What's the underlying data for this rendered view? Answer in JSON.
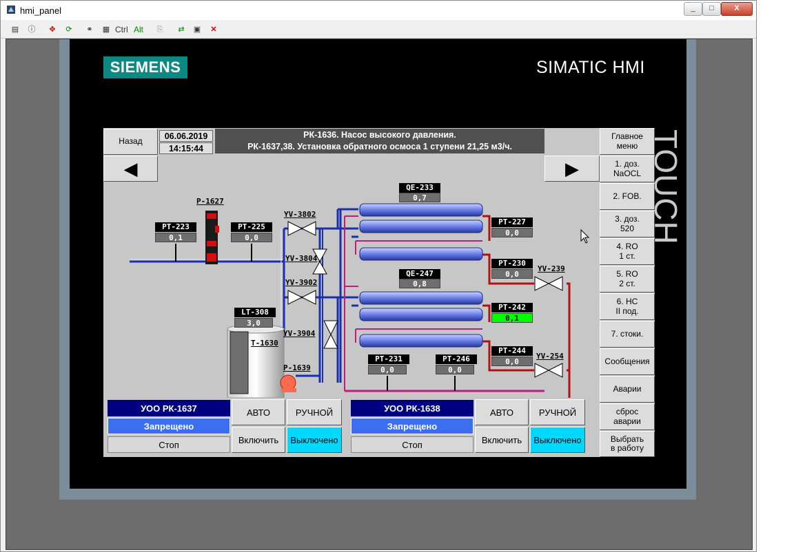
{
  "window": {
    "title": "hmi_panel",
    "min": "_",
    "max": "□",
    "close": "X"
  },
  "toolbar": {
    "ctrl": "Ctrl",
    "alt": "Alt"
  },
  "brand": {
    "logo": "SIEMENS",
    "product": "SIMATIC HMI",
    "side": "TOUCH"
  },
  "nav": {
    "back": "Назад",
    "prev": "◀",
    "next": "▶"
  },
  "datetime": {
    "date": "06.06.2019",
    "time": "14:15:44"
  },
  "header": {
    "line1": "РК-1636. Насос высокого давления.",
    "line2": "РК-1637,38. Установка обратного осмоса  1  ступени  21,25 м3/ч."
  },
  "menu": [
    {
      "name": "main",
      "l1": "Главное",
      "l2": "меню"
    },
    {
      "name": "naocl",
      "l1": "1. доз.",
      "l2": "NaOCL"
    },
    {
      "name": "fov",
      "l1": "2. FOB.",
      "l2": ""
    },
    {
      "name": "doz520",
      "l1": "3. доз.",
      "l2": "520"
    },
    {
      "name": "ro1",
      "l1": "4. RO",
      "l2": "1 ст."
    },
    {
      "name": "ro2",
      "l1": "5. RO",
      "l2": "2 ст."
    },
    {
      "name": "hc",
      "l1": "6. НС",
      "l2": "II под."
    },
    {
      "name": "stoki",
      "l1": "7. стоки.",
      "l2": ""
    },
    {
      "name": "messages",
      "l1": "Сообщения",
      "l2": ""
    },
    {
      "name": "alarms",
      "l1": "Аварии",
      "l2": ""
    },
    {
      "name": "reset-alarms",
      "l1": "сброс",
      "l2": "аварии"
    },
    {
      "name": "select-work",
      "l1": "Выбрать",
      "l2": "в работу"
    }
  ],
  "sensors": {
    "pt223": {
      "tag": "PT-223",
      "value": "0,1"
    },
    "pt225": {
      "tag": "PT-225",
      "value": "0,0"
    },
    "qe233": {
      "tag": "QE-233",
      "value": "0,7"
    },
    "pt227": {
      "tag": "PT-227",
      "value": "0,0"
    },
    "pt230": {
      "tag": "PT-230",
      "value": "0,0"
    },
    "qe247": {
      "tag": "QE-247",
      "value": "0,8"
    },
    "pt242": {
      "tag": "PT-242",
      "value": "0,1"
    },
    "lt308": {
      "tag": "LT-308",
      "value": "3,0"
    },
    "pt244": {
      "tag": "PT-244",
      "value": "0,0"
    },
    "pt231": {
      "tag": "PT-231",
      "value": "0,0"
    },
    "pt246": {
      "tag": "PT-246",
      "value": "0,0"
    }
  },
  "labels": {
    "p1627": "P-1627",
    "yv3802": "YV-3802",
    "yv3804": "YV-3804",
    "yv3902": "YV-3902",
    "yv3904": "YV-3904",
    "t1630": "T-1630",
    "p1639": "P-1639",
    "yv239": "YV-239",
    "yv254": "YV-254"
  },
  "units": [
    {
      "name": "УОО РК-1637",
      "state": "Запрещено",
      "stop": "Стоп",
      "auto": "АВТО",
      "manual": "РУЧНОЙ",
      "on": "Включить",
      "off": "Выключено"
    },
    {
      "name": "УОО РК-1638",
      "state": "Запрещено",
      "stop": "Стоп",
      "auto": "АВТО",
      "manual": "РУЧНОЙ",
      "on": "Включить",
      "off": "Выключено"
    }
  ],
  "colors": {
    "siemens": "#0a8a83",
    "state": "#3b6ff0",
    "unit": "#000080",
    "off": "#00d8ff",
    "ok": "#00ff00"
  }
}
